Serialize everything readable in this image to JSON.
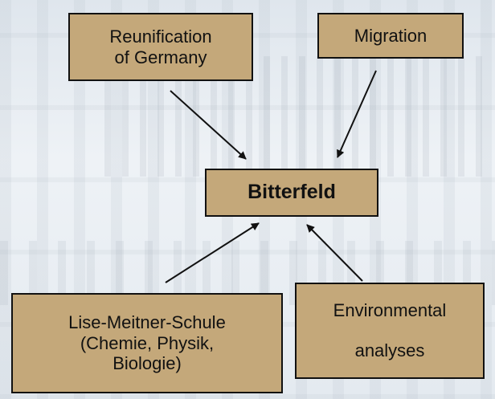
{
  "nodes": {
    "reunification": "Reunification\nof Germany",
    "migration": "Migration",
    "bitterfeld": "Bitterfeld",
    "lise_meitner": "Lise-Meitner-Schule\n(Chemie, Physik,\nBiologie)",
    "environmental": {
      "line1": "Environmental",
      "line2": "analyses"
    }
  },
  "edges": [
    {
      "from": "Reunification of Germany",
      "to": "Bitterfeld"
    },
    {
      "from": "Migration",
      "to": "Bitterfeld"
    },
    {
      "from": "Lise-Meitner-Schule (Chemie, Physik, Biologie)",
      "to": "Bitterfeld"
    },
    {
      "from": "Environmental analyses",
      "to": "Bitterfeld"
    }
  ],
  "colors": {
    "box_fill": "#c4a87a",
    "box_border": "#111111",
    "arrow": "#111111"
  }
}
